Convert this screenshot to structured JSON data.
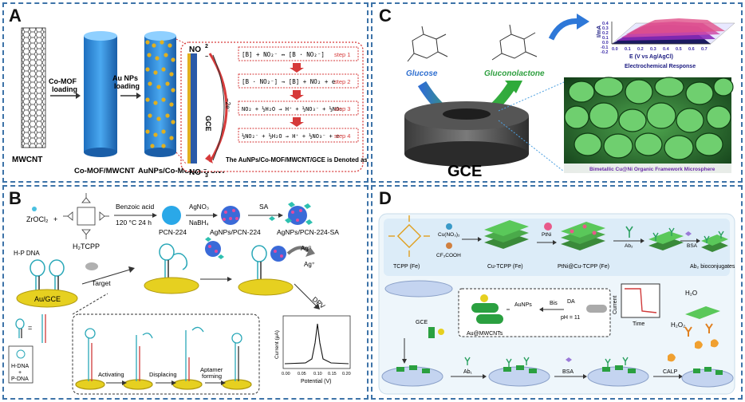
{
  "panelA": {
    "label": "A",
    "mwcnt": "MWCNT",
    "step1_arrow": "Co-MOF loading",
    "step1_a": "Co-MOF",
    "step1_b": "loading",
    "step2_a": "Au NPs",
    "step2_b": "loading",
    "comof": "Co-MOF/MWCNT",
    "aunps": "AuNPs/Co-MOF/MWCNT",
    "no2": "NO",
    "no3": "NO",
    "gce": "GCE",
    "electrons": "−2e⁻",
    "eq1": "[B] + NO₂⁻ ↔ [B · NO₂⁻]",
    "eq2": "[B · NO₂⁻] → [B] + NO₂ + e⁻",
    "eq3": "NO₂ + ½H₂O → H⁺ + ½NO₃⁻ + ½NO₂⁻",
    "eq4": "½NO₂⁻ + ½H₂O → H⁺ + ½NO₃⁻ + e⁻",
    "steps": [
      "step 1",
      "step 2",
      "step 3",
      "step 4"
    ],
    "caption": "The AuNPs/Co-MOF/MWCNT/GCE is Denoted as [B]"
  },
  "panelB": {
    "label": "B",
    "zrocl2": "ZrOCl₂",
    "plus": "+",
    "tcpp": "H₂TCPP",
    "cond1a": "Benzoic acid",
    "cond1b": "120 °C  24 h",
    "pcn": "PCN-224",
    "cond2a": "AgNO₃",
    "cond2b": "NaBH₄",
    "agnps": "AgNPs/PCN-224",
    "sa": "SA",
    "agsa": "AgNPs/PCN-224-SA",
    "hpdna": "H-P DNA",
    "augce": "Au/GCE",
    "target": "Target",
    "ag0": "Ag⁰",
    "agplus": "Ag⁺",
    "dpv": "DPV",
    "eq": "=",
    "hdna": "H-DNA",
    "pdna": "P-DNA",
    "activating": "Activating",
    "displacing": "Displacing",
    "aptamer": "Aptamer",
    "forming": "forming",
    "ylabel": "Current (μA)",
    "xlabel": "Potential (V)",
    "xticks": [
      "0.00",
      "0.05",
      "0.10",
      "0.15",
      "0.20"
    ]
  },
  "panelC": {
    "label": "C",
    "glucose": "Glucose",
    "gluconolactone": "Gluconolactone",
    "gce": "GCE",
    "response": "Electrochemical Response",
    "xaxis": "E (V vs Ag/AgCl)",
    "yaxis": "I/mA",
    "xticks": [
      "0.0",
      "0.1",
      "0.2",
      "0.3",
      "0.4",
      "0.5",
      "0.6",
      "0.7"
    ],
    "yticks": [
      "0.4",
      "0.3",
      "0.2",
      "0.1",
      "0.0",
      "-0.1",
      "-0.2"
    ],
    "sem_caption": "Bimetallic Cu@Ni Organic Framework Microsphere"
  },
  "panelD": {
    "label": "D",
    "tcpp": "TCPP (Fe)",
    "cuno3": "Cu(NO₃)₂",
    "cf3": "CF₃COOH",
    "cutcpp": "Cu-TCPP (Fe)",
    "ptni": "PtNi",
    "ptnicu": "PtNi@Cu-TCPP (Fe)",
    "ab2": "Ab₂",
    "bsa": "BSA",
    "bioconj": "Ab₂ bioconjugates",
    "gce": "GCE",
    "aunps": "AuNPs",
    "bis": "Bis",
    "da": "DA",
    "ph": "pH = 11",
    "aumw": "Au@MWCNTs",
    "current": "Current",
    "time": "Time",
    "h2o": "H₂O",
    "h2o2": "H₂O₂",
    "ab1": "Ab₁",
    "bsa2": "BSA",
    "calp": "CALP"
  }
}
